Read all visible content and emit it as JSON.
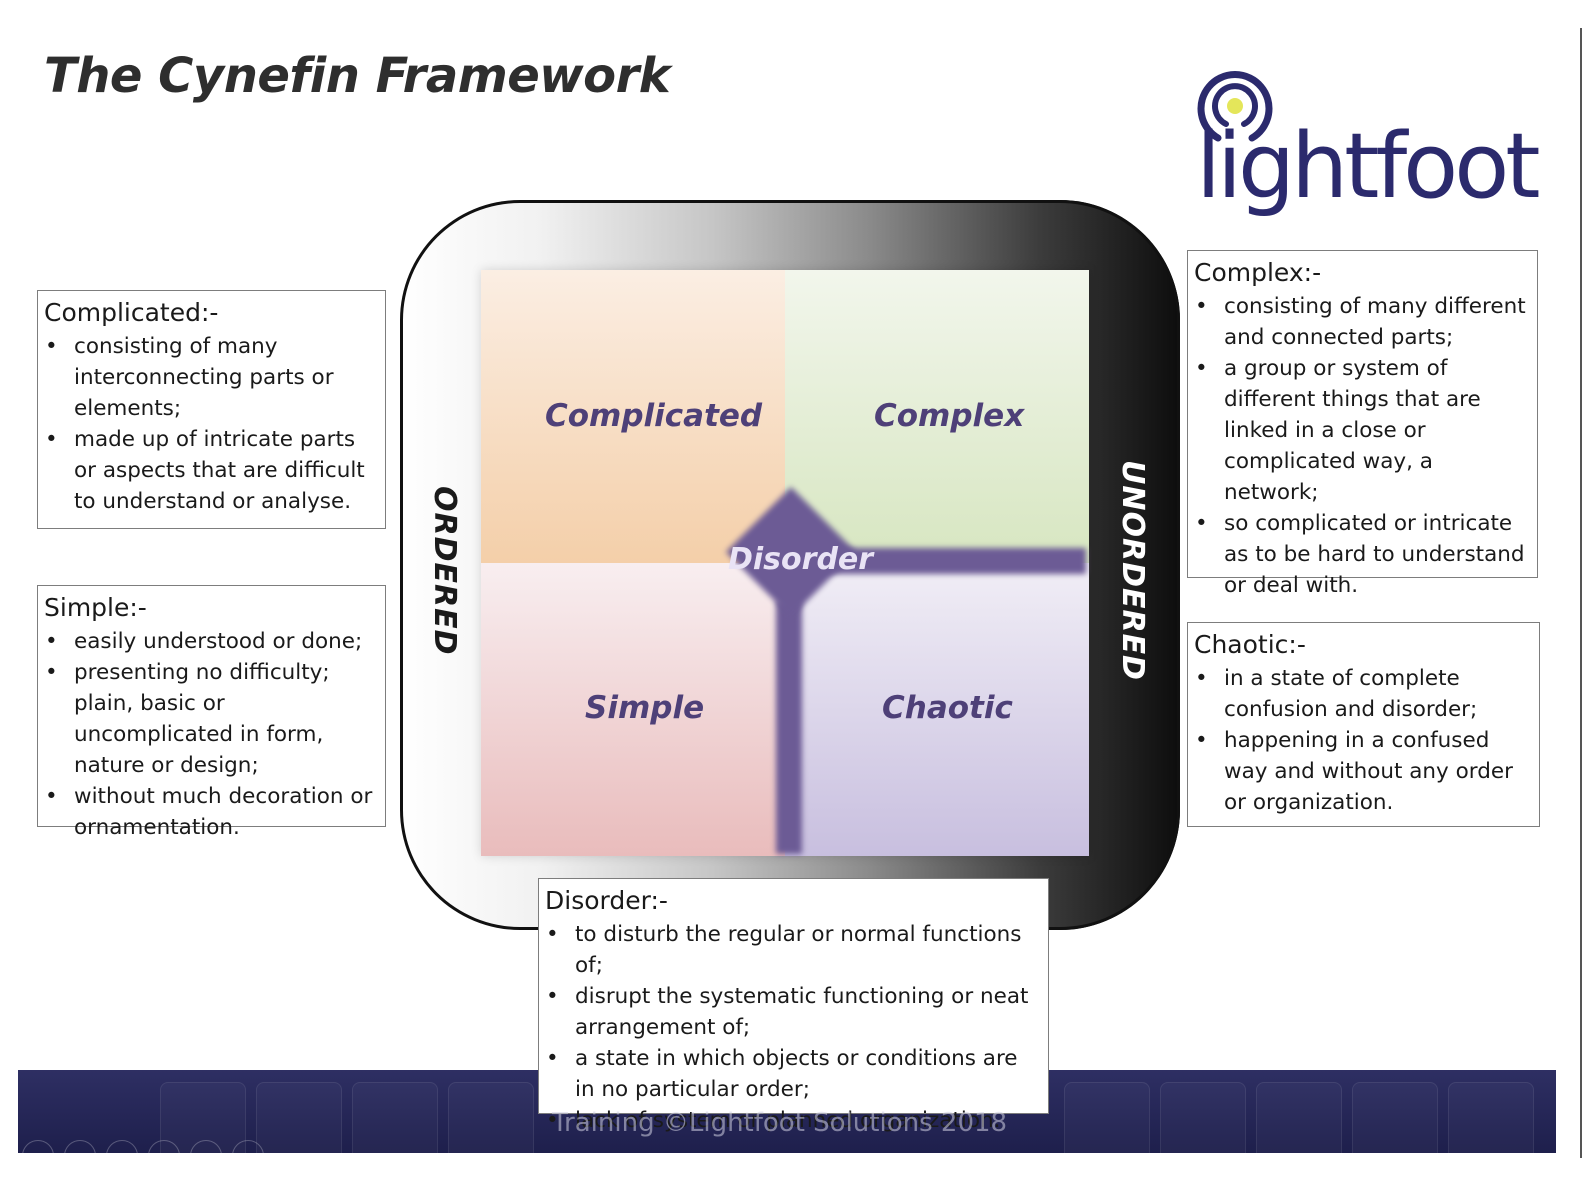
{
  "title": "The Cynefin Framework",
  "logo": {
    "wordmark": "lightfoot",
    "color": "#2b2a6d",
    "dot_color": "#e4e65a"
  },
  "frame": {
    "left_label": "ORDERED",
    "right_label": "UNORDERED"
  },
  "quadrants": {
    "top_left": "Complicated",
    "top_right": "Complex",
    "bottom_left": "Simple",
    "bottom_right": "Chaotic",
    "center": "Disorder"
  },
  "boxes": {
    "complicated": {
      "title": "Complicated:-",
      "items": [
        "consisting of many interconnecting parts or elements;",
        "made up of intricate parts or aspects that are difficult to understand or analyse."
      ]
    },
    "simple": {
      "title": "Simple:-",
      "items": [
        "easily understood or done;",
        "presenting no difficulty; plain, basic or uncomplicated in form, nature or design;",
        "without much decoration or ornamentation."
      ]
    },
    "complex": {
      "title": "Complex:-",
      "items": [
        "consisting of many different and connected parts;",
        "a group or system of different things that are linked in a close or complicated way, a network;",
        "so complicated or intricate as to be hard to understand or deal with."
      ]
    },
    "chaotic": {
      "title": "Chaotic:-",
      "items": [
        "in a state of complete confusion and disorder;",
        "happening in a confused way and without any order or organization."
      ]
    },
    "disorder": {
      "title": "Disorder:-",
      "items": [
        "to disturb the regular or normal functions of;",
        "disrupt the systematic functioning or neat arrangement of;",
        "a state in which objects or conditions are in no particular order;",
        "lack of system or planned organization."
      ]
    }
  },
  "footer": {
    "text": "Training ©Lightfoot Solutions 2018"
  },
  "colors": {
    "footer_bg": "#22234f",
    "quadrant_label": "#4e4078",
    "disorder_band": "#6c5b95"
  }
}
